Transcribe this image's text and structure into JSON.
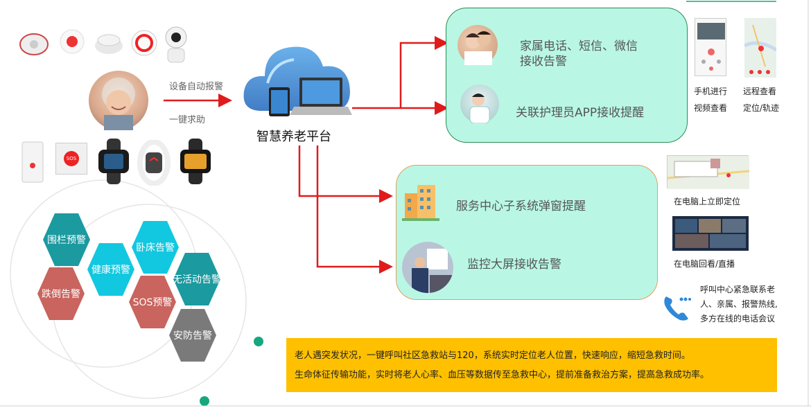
{
  "platform": {
    "label": "智慧养老平台"
  },
  "inputs": {
    "auto_alarm": "设备自动报警",
    "one_key_help": "一键求助"
  },
  "family_panel": {
    "family_alert": "家属电话、短信、微信\n接收告警",
    "nurse_alert": "关联护理员APP接收提醒"
  },
  "mobile": {
    "video": "手机进行\n视频查看",
    "location": "远程查看\n定位/轨迹"
  },
  "service_panel": {
    "popup": "服务中心子系统弹窗提醒",
    "screen": "监控大屏接收告警"
  },
  "pc": {
    "locate": "在电脑上立即定位",
    "playback": "在电脑回看/直播"
  },
  "call_center": {
    "text": "呼叫中心紧急联系老\n人、亲属、报警热线,\n多方在线的电话会议"
  },
  "hexagons": [
    {
      "label": "围栏预警",
      "color": "#1b9aa0"
    },
    {
      "label": "卧床告警",
      "color": "#12c8e0"
    },
    {
      "label": "健康预警",
      "color": "#12c8e0"
    },
    {
      "label": "无活动告警",
      "color": "#1b9aa0"
    },
    {
      "label": "跌倒告警",
      "color": "#c9645e"
    },
    {
      "label": "SOS预警",
      "color": "#c9645e"
    },
    {
      "label": "安防告警",
      "color": "#7a7a7a"
    }
  ],
  "info_box": {
    "line1": "老人遇突发状况，一键呼叫社区急救站与120，系统实时定位老人位置，快速响应，缩短急救时间。",
    "line2": "生命体征传输功能，实时将老人心率、血压等数据传至急救中心，提前准备救治方案，提高急救成功率。"
  },
  "device_labels": {
    "sos_button": "SOS"
  },
  "colors": {
    "arrow": "#e01b1b",
    "family_panel_bg": "#b9f7e4",
    "family_panel_border": "#2d8a55",
    "service_panel_bg": "#b9f7e4",
    "service_panel_border": "#e0a060",
    "info_box_bg": "#ffc000"
  }
}
